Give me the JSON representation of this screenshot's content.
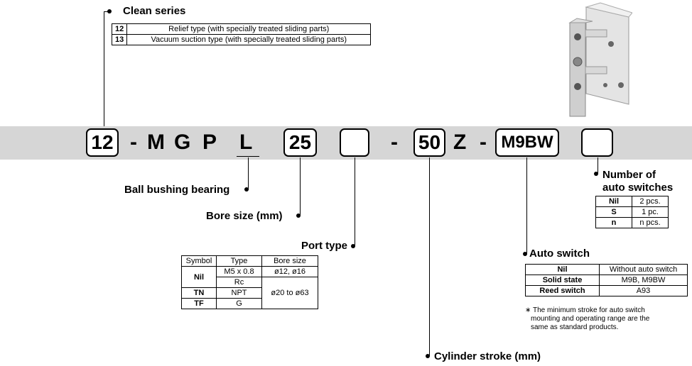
{
  "clean_series": {
    "title": "Clean series",
    "rows": [
      {
        "code": "12",
        "desc": "Relief type (with specially treated sliding parts)"
      },
      {
        "code": "13",
        "desc": "Vacuum suction type (with specially treated sliding parts)"
      }
    ]
  },
  "code": {
    "prefix": "12",
    "dash1": "-",
    "m": "M",
    "g": "G",
    "p": "P",
    "l": "L",
    "bore": "25",
    "port": "",
    "dash2": "-",
    "stroke": "50",
    "z": "Z",
    "dash3": "-",
    "switch": "M9BW",
    "count": ""
  },
  "labels": {
    "ball_bushing": "Ball bushing bearing",
    "bore_size": "Bore size (mm)",
    "port_type": "Port type",
    "cylinder_stroke": "Cylinder stroke (mm)",
    "auto_switch": "Auto switch",
    "num_switches_1": "Number of",
    "num_switches_2": "auto switches"
  },
  "port_table": {
    "headers": [
      "Symbol",
      "Type",
      "Bore size"
    ],
    "nil": "Nil",
    "nil_type_1": "M5 x 0.8",
    "nil_type_2": "Rc",
    "bore_1": "ø12, ø16",
    "bore_2": "ø20 to ø63",
    "tn": "TN",
    "tn_type": "NPT",
    "tf": "TF",
    "tf_type": "G"
  },
  "switch_count_table": [
    {
      "code": "Nil",
      "value": "2 pcs."
    },
    {
      "code": "S",
      "value": "1 pc."
    },
    {
      "code": "n",
      "value": "n pcs."
    }
  ],
  "auto_switch_table": [
    {
      "code": "Nil",
      "value": "Without auto switch"
    },
    {
      "code": "Solid state",
      "value": "M9B, M9BW"
    },
    {
      "code": "Reed switch",
      "value": "A93"
    }
  ],
  "note": {
    "line1": "∗ The minimum stroke for auto switch",
    "line2": "mounting and operating range are the",
    "line3": "same as standard products."
  }
}
